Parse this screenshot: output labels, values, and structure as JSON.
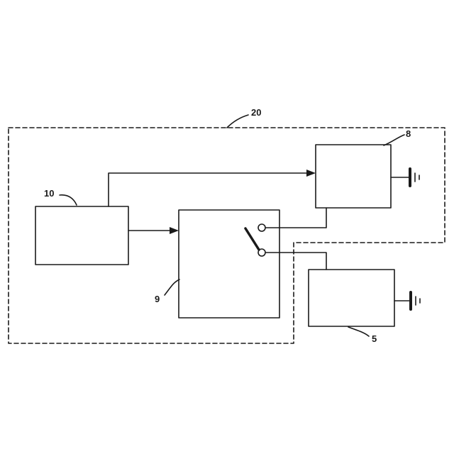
{
  "diagram": {
    "ink": "#1a1a1a",
    "background": "#ffffff",
    "labels": {
      "enclosure": "20",
      "block_8": "8",
      "block_10": "10",
      "switch_block": "9",
      "block_5": "5"
    },
    "blocks": [
      {
        "id": "block-10"
      },
      {
        "id": "switch-block-9"
      },
      {
        "id": "block-8"
      },
      {
        "id": "block-5"
      }
    ],
    "icons": [
      "ground-icon",
      "ground-icon",
      "switch-icon",
      "arrow-icon"
    ]
  }
}
